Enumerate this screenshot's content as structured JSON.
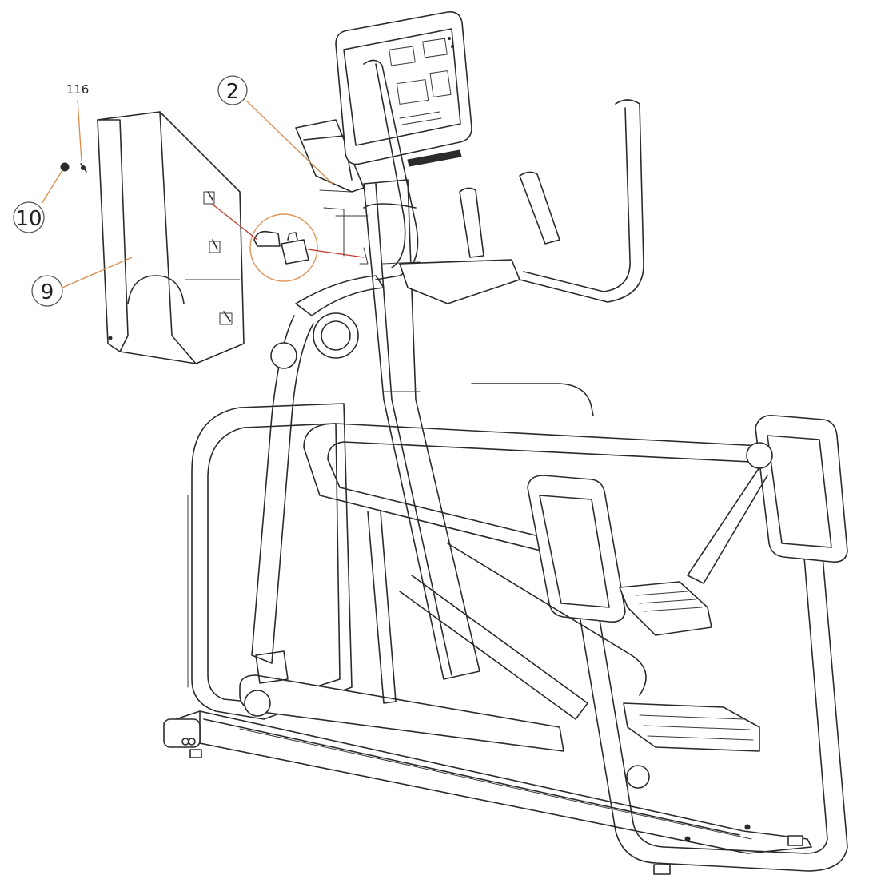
{
  "diagram": {
    "callouts": [
      {
        "id": "callout-116",
        "label": "116"
      },
      {
        "id": "callout-2",
        "label": "2"
      },
      {
        "id": "callout-10",
        "label": "10"
      },
      {
        "id": "callout-9",
        "label": "9"
      }
    ],
    "colors": {
      "line": "#2b2b2b",
      "leader": "#d98a4a",
      "leader_red": "#c0392b",
      "balloon_stroke": "#555555",
      "background": "#ffffff"
    }
  }
}
